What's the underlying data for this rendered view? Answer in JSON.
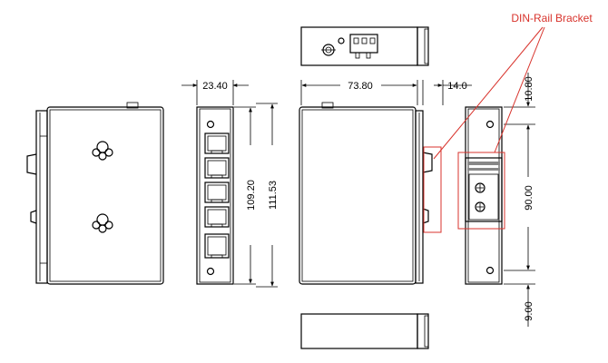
{
  "callout": {
    "label": "DIN-Rail Bracket",
    "color": "#d8332c"
  },
  "dimensions": {
    "side_width": "23.40",
    "front_width": "73.80",
    "bracket_depth": "14.0",
    "rj45_height": "109.20",
    "total_height": "111.53",
    "top_offset": "10.80",
    "hole_spacing": "90.00",
    "bottom_offset": "9.00"
  },
  "colors": {
    "line": "#000000",
    "callout": "#d8332c",
    "background": "#ffffff"
  }
}
